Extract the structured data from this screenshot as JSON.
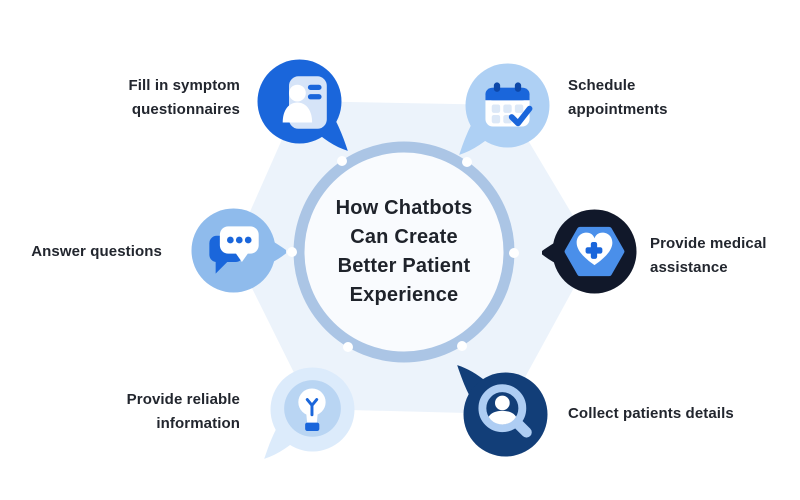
{
  "title": {
    "text": "How Chatbots Can Create Better Patient Experience",
    "lines": [
      "How Chatbots",
      "Can Create",
      "Better Patient",
      "Experience"
    ]
  },
  "items": [
    {
      "id": "fill-symptom-questionnaires",
      "label": "Fill in symptom questionnaires",
      "icon": "symptom-questionnaire-icon",
      "bubble_color": "#1a66db"
    },
    {
      "id": "schedule-appointments",
      "label": "Schedule appointments",
      "icon": "calendar-check-icon",
      "bubble_color": "#aed0f4"
    },
    {
      "id": "answer-questions",
      "label": "Answer questions",
      "icon": "chat-bubbles-icon",
      "bubble_color": "#8fbbec"
    },
    {
      "id": "provide-medical-assistance",
      "label": "Provide medical assistance",
      "icon": "medical-heart-icon",
      "bubble_color": "#11182a"
    },
    {
      "id": "provide-reliable-information",
      "label": "Provide reliable information",
      "icon": "lightbulb-icon",
      "bubble_color": "#dcebfb"
    },
    {
      "id": "collect-patients-details",
      "label": "Collect patients details",
      "icon": "person-search-icon",
      "bubble_color": "#123e78"
    }
  ],
  "colors": {
    "primary_blue": "#1a66db",
    "dark_navy": "#11182a",
    "deep_blue": "#123e78",
    "light_blue_bubble": "#aed0f4",
    "mid_blue_bubble": "#8fbbec",
    "lightest_bubble": "#dcebfb",
    "ring": "#abc5e5",
    "hex_background": "#ecf3fb",
    "circle_fill": "#f9fbfe",
    "text": "#22262e"
  }
}
